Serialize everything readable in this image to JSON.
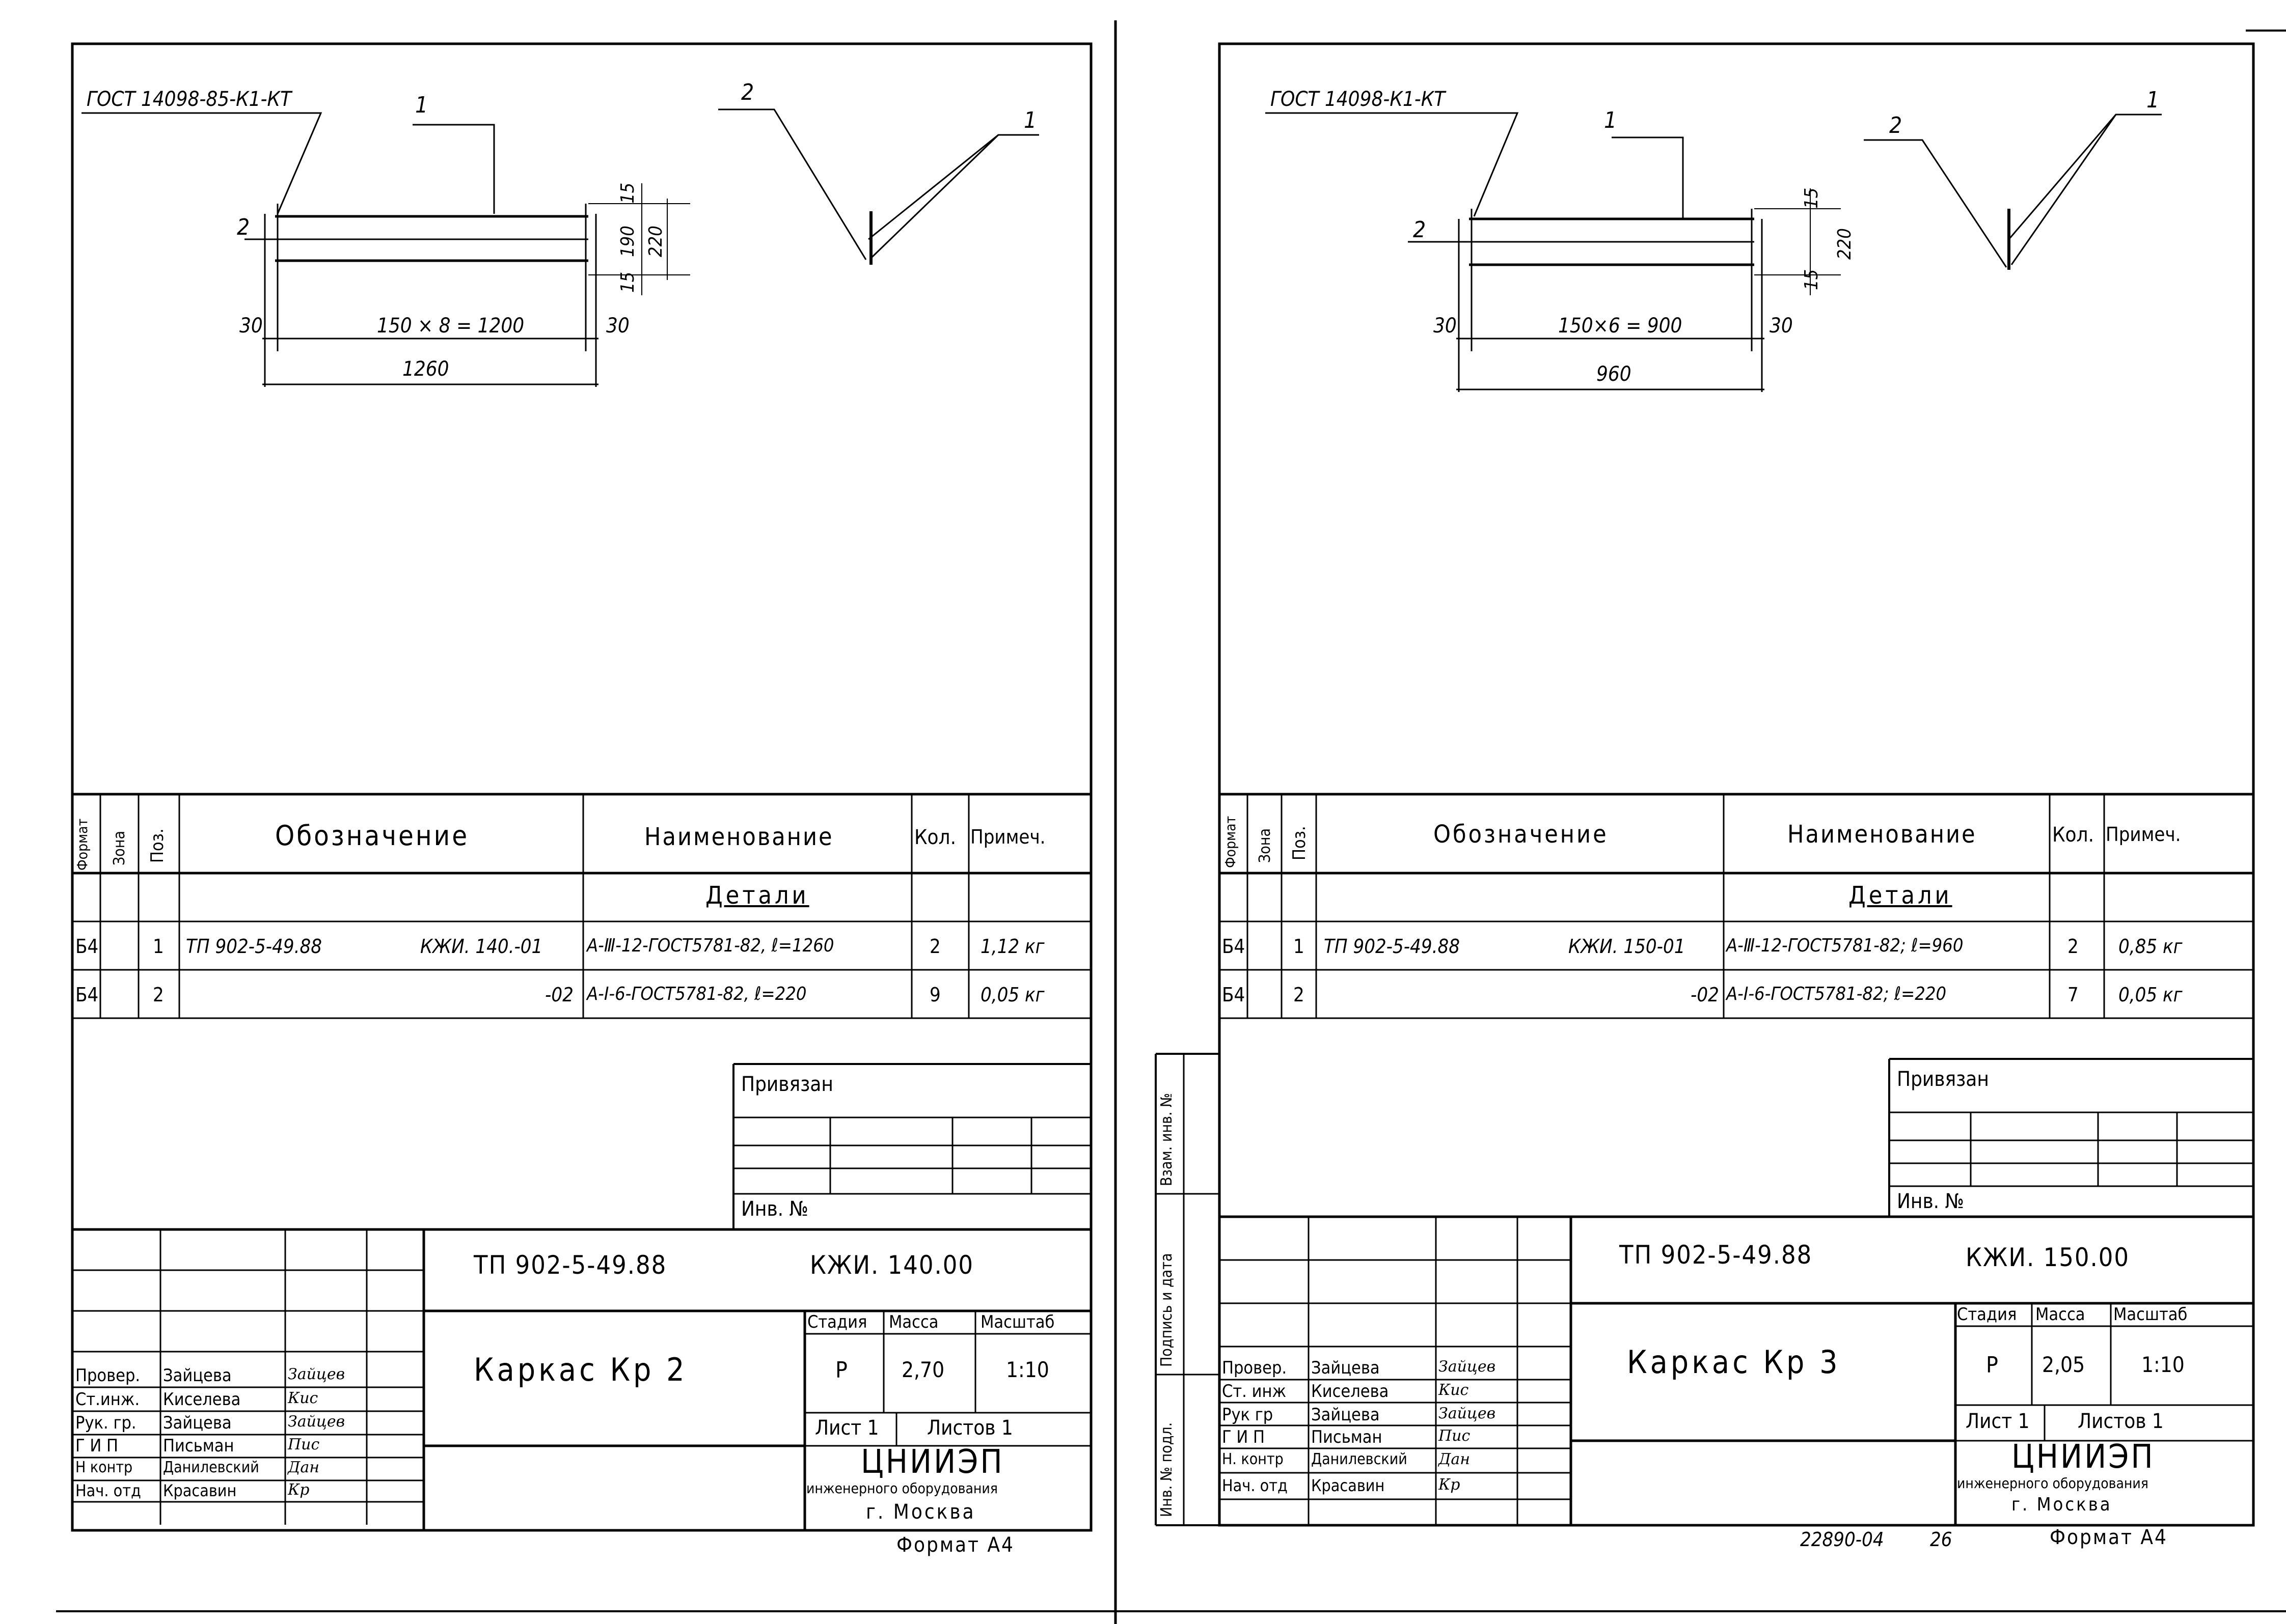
{
  "sheets": [
    {
      "gost_ref": "ГОСТ 14098-85-К1-КТ",
      "pos_1": "1",
      "pos_2": "2",
      "dim_top_15": "15",
      "dim_190": "190",
      "dim_220": "220",
      "dim_bottom_15": "15",
      "dim_30_left": "30",
      "dim_30_right": "30",
      "dim_span": "150 × 8 = 1200",
      "dim_total": "1260",
      "spec": {
        "col_format": "Формат",
        "col_zone": "Зона",
        "col_pos": "Поз.",
        "col_designation": "Обозначение",
        "col_name": "Наименование",
        "col_qty": "Кол.",
        "col_note": "Примеч.",
        "section": "Детали",
        "rows": [
          {
            "format": "Б4",
            "pos": "1",
            "doc": "ТП 902-5-49.88",
            "code": "КЖИ. 140.-01",
            "name": "А-Ⅲ-12-ГОСТ5781-82, ℓ=1260",
            "qty": "2",
            "note": "1,12 кг"
          },
          {
            "format": "Б4",
            "pos": "2",
            "doc": "",
            "code": "-02",
            "name": "А-Ⅰ-6-ГОСТ5781-82, ℓ=220",
            "qty": "9",
            "note": "0,05 кг"
          }
        ]
      },
      "privyazan": "Привязан",
      "inv_no": "Инв. №",
      "side_stamp": [],
      "doc_number": "ТП 902-5-49.88",
      "doc_code": "КЖИ. 140.00",
      "title": "Каркас Кр 2",
      "stage_label": "Стадия",
      "mass_label": "Масса",
      "scale_label": "Масштаб",
      "stage": "Р",
      "mass": "2,70",
      "scale": "1:10",
      "sheet_label": "Лист 1",
      "sheets_label": "Листов 1",
      "org": "ЦНИИЭП",
      "org_sub": "инженерного оборудования",
      "city": "г. Москва",
      "format_note": "Формат А4",
      "extra_number": "",
      "page_number": "",
      "staff": [
        {
          "role": "Провер.",
          "name": "Зайцева",
          "sign": "Зайцев"
        },
        {
          "role": "Ст.инж.",
          "name": "Киселева",
          "sign": "Кис"
        },
        {
          "role": "Рук. гр.",
          "name": "Зайцева",
          "sign": "Зайцев"
        },
        {
          "role": "Г И П",
          "name": "Письман",
          "sign": "Пис"
        },
        {
          "role": "Н контр",
          "name": "Данилевский",
          "sign": "Дан"
        },
        {
          "role": "Нач. отд",
          "name": "Красавин",
          "sign": "Кр"
        }
      ]
    },
    {
      "gost_ref": "ГОСТ 14098-К1-КТ",
      "pos_1": "1",
      "pos_2": "2",
      "dim_top_15": "15",
      "dim_190": "",
      "dim_220": "220",
      "dim_bottom_15": "15",
      "dim_30_left": "30",
      "dim_30_right": "30",
      "dim_span": "150×6 = 900",
      "dim_total": "960",
      "spec": {
        "col_format": "Формат",
        "col_zone": "Зона",
        "col_pos": "Поз.",
        "col_designation": "Обозначение",
        "col_name": "Наименование",
        "col_qty": "Кол.",
        "col_note": "Примеч.",
        "section": "Детали",
        "rows": [
          {
            "format": "Б4",
            "pos": "1",
            "doc": "ТП 902-5-49.88",
            "code": "КЖИ. 150-01",
            "name": "А-Ⅲ-12-ГОСТ5781-82; ℓ=960",
            "qty": "2",
            "note": "0,85 кг"
          },
          {
            "format": "Б4",
            "pos": "2",
            "doc": "",
            "code": "-02",
            "name": "А-Ⅰ-6-ГОСТ5781-82; ℓ=220",
            "qty": "7",
            "note": "0,05 кг"
          }
        ]
      },
      "privyazan": "Привязан",
      "inv_no": "Инв. №",
      "side_stamp": [
        "Инв. № подл.",
        "Подпись и дата",
        "Взам. инв. №"
      ],
      "doc_number": "ТП 902-5-49.88",
      "doc_code": "КЖИ. 150.00",
      "title": "Каркас Кр 3",
      "stage_label": "Стадия",
      "mass_label": "Масса",
      "scale_label": "Масштаб",
      "stage": "Р",
      "mass": "2,05",
      "scale": "1:10",
      "sheet_label": "Лист 1",
      "sheets_label": "Листов 1",
      "org": "ЦНИИЭП",
      "org_sub": "инженерного оборудования",
      "city": "г. Москва",
      "format_note": "Формат А4",
      "extra_number": "22890-04",
      "page_number": "26",
      "staff": [
        {
          "role": "Провер.",
          "name": "Зайцева",
          "sign": "Зайцев"
        },
        {
          "role": "Ст. инж",
          "name": "Киселева",
          "sign": "Кис"
        },
        {
          "role": "Рук гр",
          "name": "Зайцева",
          "sign": "Зайцев"
        },
        {
          "role": "Г И П",
          "name": "Письман",
          "sign": "Пис"
        },
        {
          "role": "Н. контр",
          "name": "Данилевский",
          "sign": "Дан"
        },
        {
          "role": "Нач. отд",
          "name": "Красавин",
          "sign": "Кр"
        }
      ]
    }
  ]
}
